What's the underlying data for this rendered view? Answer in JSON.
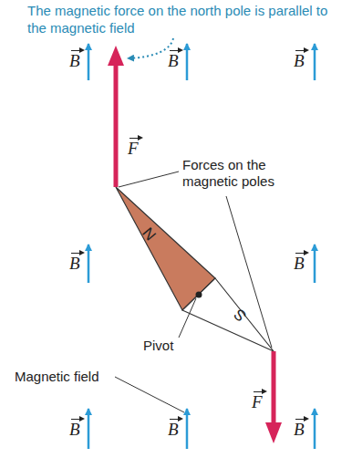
{
  "diagram": {
    "labels": [
      "The magnetic force on the north pole is parallel to the magnetic field",
      "B",
      "B",
      "B",
      "F",
      "Forces on the magnetic poles",
      "N",
      "B",
      "B",
      "S",
      "Pivot",
      "Magnetic field",
      "F",
      "B",
      "B",
      "B"
    ]
  }
}
